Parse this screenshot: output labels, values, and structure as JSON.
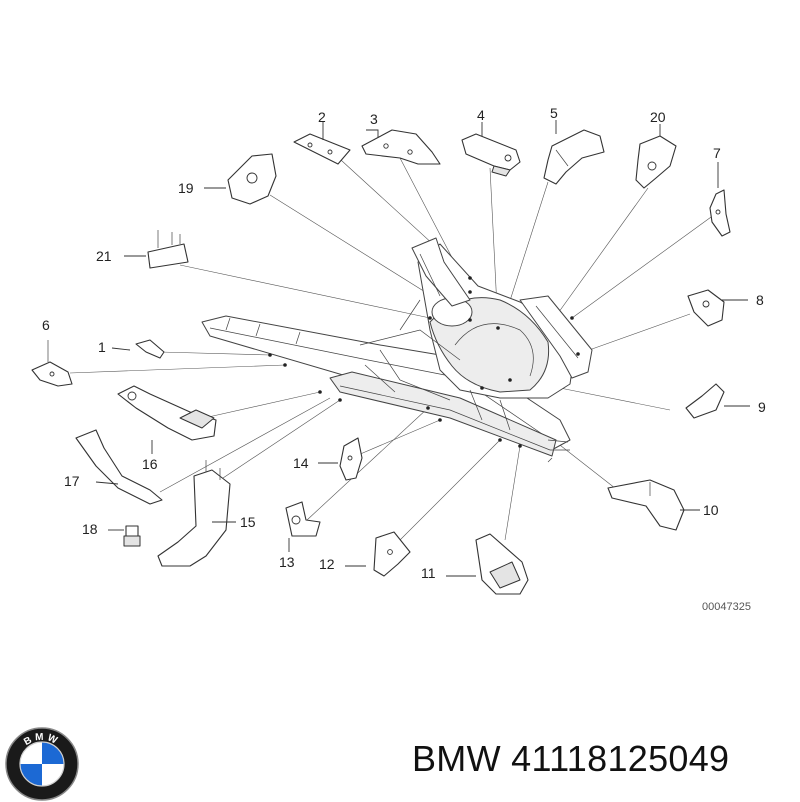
{
  "brand_text": "BMW 41118125049",
  "diagram_ref": "00047325",
  "logo_letters": "BMW",
  "colors": {
    "logo_blue": "#1c69d4",
    "logo_ring": "#1a1a1a",
    "line": "#333333"
  },
  "callouts": {
    "c1": "1",
    "c2": "2",
    "c3": "3",
    "c4": "4",
    "c5": "5",
    "c6": "6",
    "c7": "7",
    "c8": "8",
    "c9": "9",
    "c10": "10",
    "c11": "11",
    "c12": "12",
    "c13": "13",
    "c14": "14",
    "c15": "15",
    "c16": "16",
    "c17": "17",
    "c18": "18",
    "c19": "19",
    "c20": "20",
    "c21": "21"
  }
}
